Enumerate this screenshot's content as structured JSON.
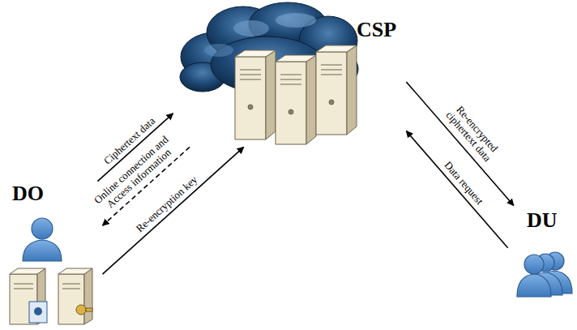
{
  "diagram": {
    "nodes": [
      {
        "text": [
          "CSP"
        ]
      },
      {
        "text": [
          "DO"
        ]
      },
      {
        "text": [
          "DU"
        ]
      }
    ],
    "edges": [
      {
        "from": 1,
        "to": 0,
        "label": "Ciphertext data",
        "arrow": "to"
      },
      {
        "from": 0,
        "to": 1,
        "label": "Online connection and Access information",
        "arrow": "to"
      },
      {
        "from": 1,
        "to": 0,
        "label": "Re-encryption key",
        "arrow": "to"
      },
      {
        "from": 0,
        "to": 2,
        "label": "Re-encrypted ciphertext data",
        "arrow": "to"
      },
      {
        "from": 2,
        "to": 0,
        "label": "Data request",
        "arrow": "to"
      }
    ]
  }
}
